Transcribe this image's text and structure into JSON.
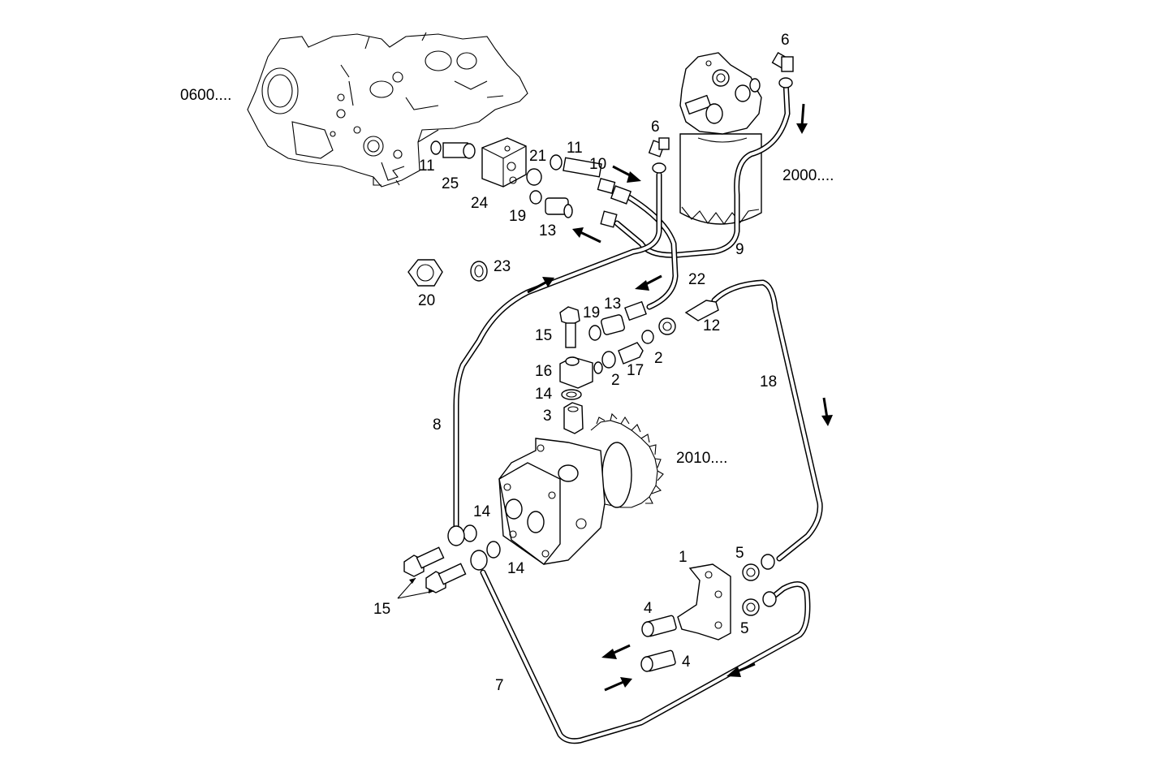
{
  "diagram": {
    "refs": {
      "engine": "0600....",
      "filter": "2000....",
      "pump": "2010...."
    },
    "callouts": {
      "c6a": "6",
      "c6b": "6",
      "c11a": "11",
      "c25": "25",
      "c24": "24",
      "c21": "21",
      "c11b": "11",
      "c10": "10",
      "c19a": "19",
      "c13a": "13",
      "c9": "9",
      "c23": "23",
      "c20": "20",
      "c22": "22",
      "c19b": "19",
      "c13b": "13",
      "c12": "12",
      "c15a": "15",
      "c2a": "2",
      "c2b": "2",
      "c17": "17",
      "c16": "16",
      "c14a": "14",
      "c3": "3",
      "c18": "18",
      "c8": "8",
      "c14b": "14",
      "c14c": "14",
      "c1": "1",
      "c5a": "5",
      "c5b": "5",
      "c4a": "4",
      "c4b": "4",
      "c15b": "15",
      "c7": "7"
    },
    "flow_arrows": [
      "arrow-down-filter",
      "arrow-to-filter",
      "arrow-from-filter",
      "arrow-up-line-8",
      "arrow-line-22",
      "arrow-down-line-18",
      "arrow-left-line-4-top",
      "arrow-right-line-4-bottom",
      "arrow-left-line-7"
    ]
  }
}
